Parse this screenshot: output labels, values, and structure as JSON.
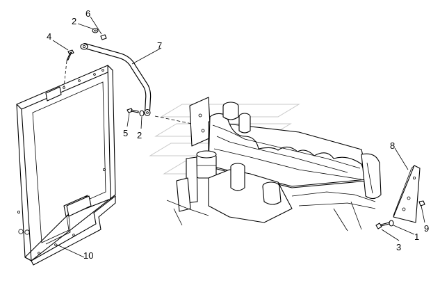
{
  "diagram": {
    "callouts": [
      "1",
      "2",
      "2",
      "3",
      "4",
      "5",
      "6",
      "7",
      "8",
      "9",
      "10"
    ]
  }
}
